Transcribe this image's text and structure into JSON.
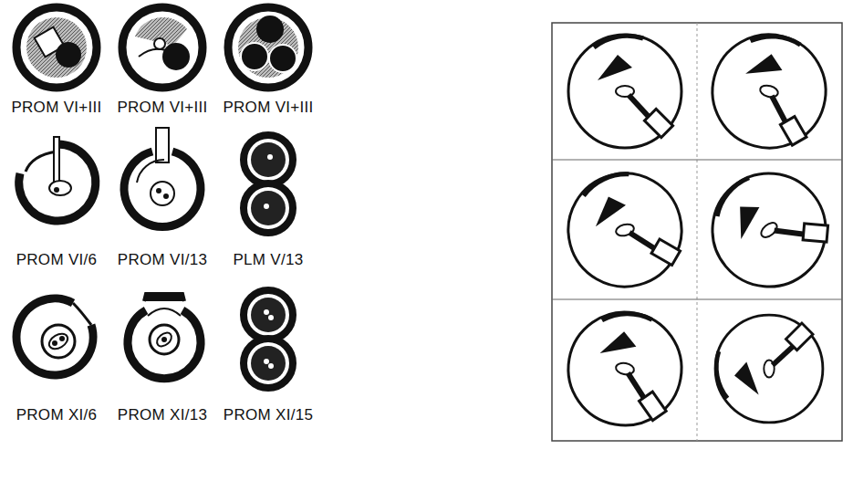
{
  "diagram": {
    "labels": [
      "PROM VI+III",
      "PROM VI+III",
      "PROM VI+III",
      "PROM VI/6",
      "PROM VI/13",
      "PLM V/13",
      "PROM XI/6",
      "PROM XI/13",
      "PROM XI/15"
    ]
  }
}
